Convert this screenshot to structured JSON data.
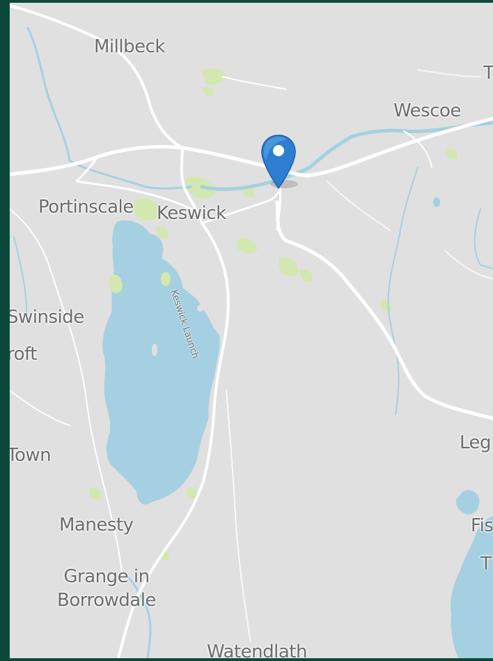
{
  "map": {
    "colors": {
      "frame": "#0b4a3a",
      "land": "#e0e0e0",
      "water": "#a5d0e1",
      "road": "#ffffff",
      "park": "#d3e8b0",
      "marker": "#2c7fd0"
    },
    "places": [
      {
        "id": "millbeck",
        "label": "Millbeck"
      },
      {
        "id": "wescoe",
        "label": "Wescoe"
      },
      {
        "id": "portinscale",
        "label": "Portinscale"
      },
      {
        "id": "keswick",
        "label": "Keswick"
      },
      {
        "id": "swinside",
        "label": "Swinside"
      },
      {
        "id": "croft",
        "label": "roft"
      },
      {
        "id": "town",
        "label": "Town"
      },
      {
        "id": "manesty",
        "label": "Manesty"
      },
      {
        "id": "grange",
        "label_line1": "Grange in",
        "label_line2": "Borrowdale"
      },
      {
        "id": "watendlath",
        "label": "Watendlath"
      },
      {
        "id": "leg",
        "label": "Leg"
      },
      {
        "id": "fis",
        "label": "Fis"
      },
      {
        "id": "t-right-top",
        "label": "T"
      },
      {
        "id": "t-right-bottom",
        "label": "T"
      }
    ],
    "features": [
      {
        "id": "keswick-launch",
        "label": "Keswick Launch"
      }
    ],
    "marker": {
      "icon": "map-pin-icon"
    }
  }
}
